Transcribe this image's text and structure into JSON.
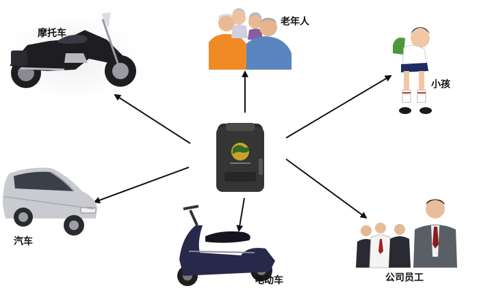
{
  "labels": {
    "motorcycle": "摩托车",
    "elderly": "老年人",
    "child": "小孩",
    "car": "汽车",
    "scooter": "电动车",
    "staff": "公司员工"
  },
  "colors": {
    "arrow": "#111111",
    "tracker_body": "#2d2d2d",
    "tracker_emblem": "#c9a227",
    "tracker_emblem_dark": "#2f6a2a",
    "motorcycle_body": "#1e1e22",
    "car_body": "#c9cbd0",
    "scooter_body": "#27284a",
    "elderly_shirt_orange": "#f08a24",
    "elderly_shirt_blue": "#5a86c0",
    "child_shirt": "#ffffff",
    "child_shorts": "#1d2c64",
    "child_backpack": "#4a9a3a",
    "suit_dark": "#2a2a33"
  }
}
